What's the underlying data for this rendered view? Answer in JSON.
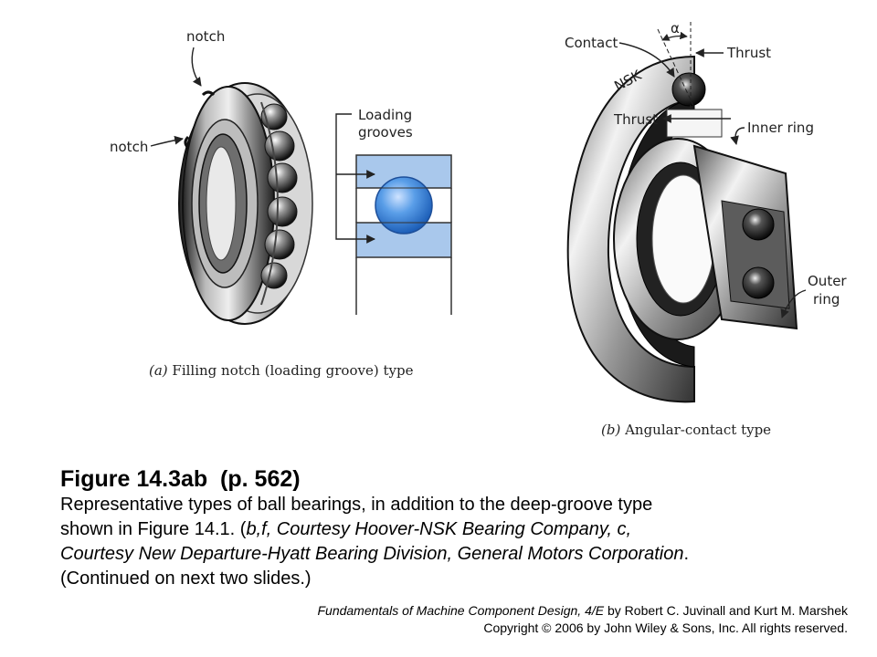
{
  "diagram_a": {
    "labels": {
      "notch_top": "notch",
      "notch_left": "notch",
      "loading_grooves_line1": "Loading",
      "loading_grooves_line2": "grooves"
    },
    "caption_letter": "(a)",
    "caption_text": " Filling notch (loading groove) type"
  },
  "diagram_b": {
    "labels": {
      "contact": "Contact",
      "alpha": "α",
      "thrust_top": "Thrust",
      "thrust_inner": "Thrust",
      "inner_ring": "Inner ring",
      "outer_ring_line1": "Outer",
      "outer_ring_line2": "ring",
      "brand": "NSK"
    },
    "caption_letter": "(b)",
    "caption_text": " Angular-contact type"
  },
  "caption": {
    "title": "Figure 14.3ab  (p. 562)",
    "line1": "Representative types of ball bearings, in addition to the deep-groove type",
    "line2_prefix": "shown in Figure 14.1. (",
    "line2_italic": "b,f, Courtesy Hoover-NSK Bearing Company, c,",
    "line3_italic": "Courtesy New Departure-Hyatt Bearing Division, General Motors Corporation",
    "line3_suffix": ".",
    "line4": "(Continued on next two slides.)"
  },
  "footer": {
    "book_title": "Fundamentals of Machine Component Design, 4/E",
    "authors": " by Robert C.  Juvinall and Kurt M. Marshek",
    "copyright": "Copyright © 2006 by John Wiley & Sons, Inc.  All rights reserved."
  },
  "colors": {
    "ball_blue": "#5a9ee8",
    "race_blue": "#a9c8ec",
    "steel_dark": "#3a3a3a"
  }
}
